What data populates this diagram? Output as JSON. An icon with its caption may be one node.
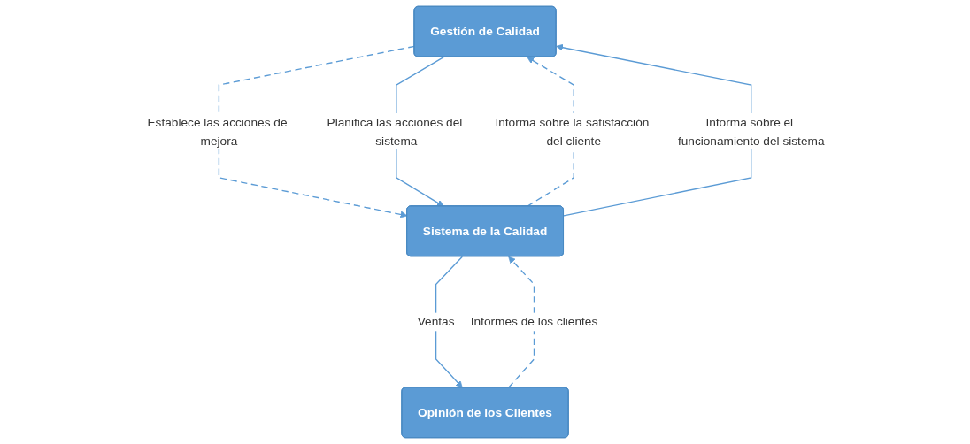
{
  "diagram": {
    "nodes": [
      {
        "text": [
          "Gestión de Calidad"
        ]
      },
      {
        "text": [
          "Sistema de la Calidad"
        ]
      },
      {
        "text": [
          "Opinión de los Clientes"
        ]
      }
    ],
    "edges": [
      {
        "from": 1,
        "to": 0,
        "arrow": "to",
        "style": "dashed",
        "label": "Informa sobre la satisfacción del cliente"
      },
      {
        "from": 0,
        "to": 1,
        "arrow": "to",
        "style": "dashed",
        "label": "Establece las acciones de mejora"
      },
      {
        "from": 0,
        "to": 1,
        "arrow": "to",
        "label": "Planifica las acciones del sistema"
      },
      {
        "from": 1,
        "to": 0,
        "arrow": "to",
        "label": "Informa sobre el funcionamiento del sistema"
      },
      {
        "from": 1,
        "to": 2,
        "arrow": "to",
        "label": "Ventas"
      },
      {
        "from": 2,
        "to": 1,
        "arrow": "to",
        "style": "dashed",
        "label": "Informes de los clientes"
      }
    ]
  }
}
